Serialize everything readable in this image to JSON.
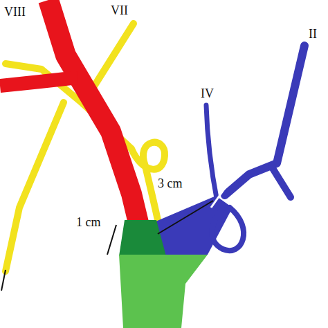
{
  "diagram": {
    "labels": [
      "VIII",
      "VII",
      "IV",
      "II",
      "3 cm",
      "1 cm"
    ]
  }
}
